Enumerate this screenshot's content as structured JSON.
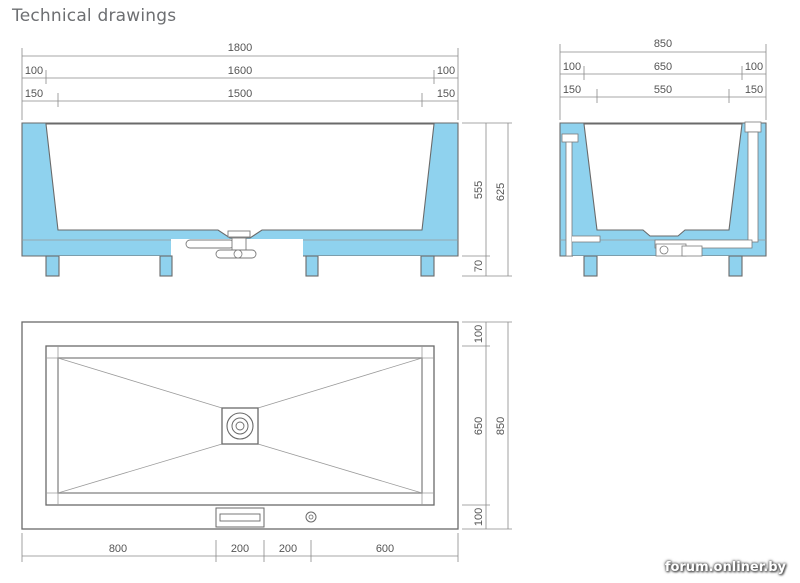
{
  "title": "Technical drawings",
  "watermark": "forum.onliner.by",
  "colors": {
    "fill_blue": "#8fd2ee",
    "outline": "#6a6a6a",
    "dimension": "#8a8a8a",
    "text": "#555555"
  },
  "front_view": {
    "dims_top": {
      "total": "1800",
      "left_wall": "100",
      "inner": "1600",
      "right_wall": "100",
      "left_offset": "150",
      "bottom_inner": "1500",
      "right_offset": "150"
    },
    "dims_right": {
      "inner_height": "555",
      "total_height": "625",
      "foot_height": "70"
    }
  },
  "side_view": {
    "dims_top": {
      "total": "850",
      "left_wall": "100",
      "inner": "650",
      "right_wall": "100",
      "left_offset": "150",
      "bottom_inner": "550",
      "right_offset": "150"
    }
  },
  "plan_view": {
    "dims_right": {
      "top_wall": "100",
      "inner": "650",
      "total": "850",
      "bottom_wall": "100"
    },
    "dims_bottom": {
      "left": "800",
      "drain_width": "200",
      "gap": "200",
      "right": "600"
    }
  }
}
